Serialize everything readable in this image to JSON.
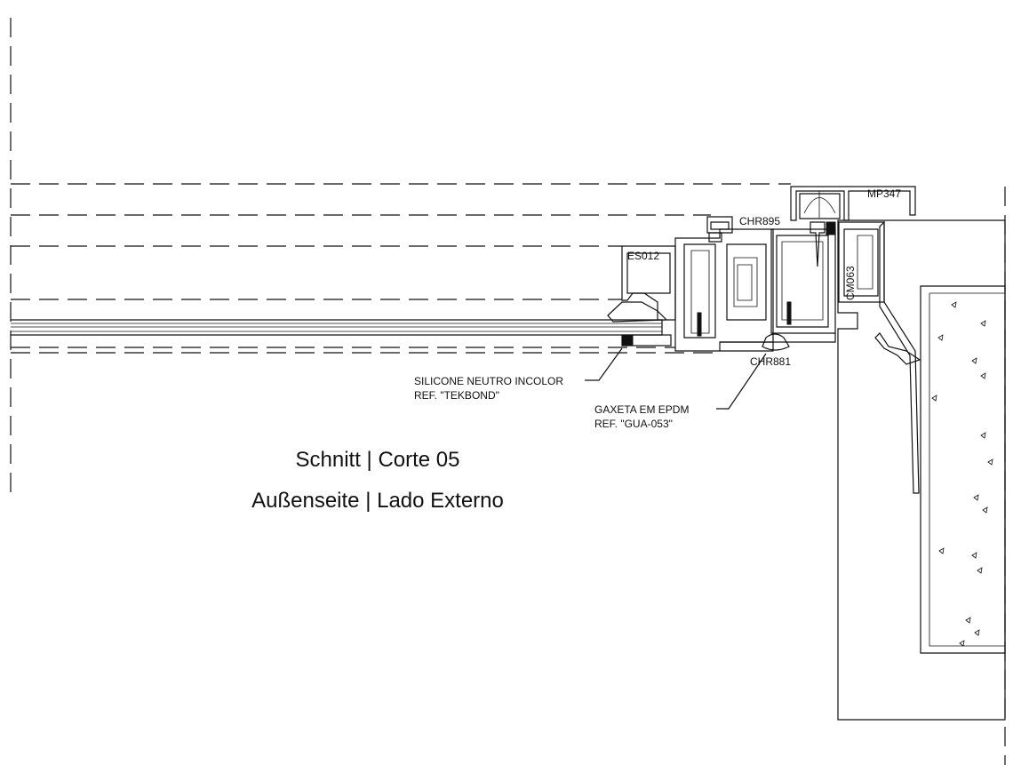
{
  "title": {
    "line1": "Schnitt | Corte 05",
    "line2": "Außenseite | Lado Externo"
  },
  "profiles": {
    "mp347": "MP347",
    "chr895": "CHR895",
    "es012": "ES012",
    "cm063": "CM063",
    "chr881": "CHR881"
  },
  "callouts": {
    "silicone_line1": "SILICONE NEUTRO INCOLOR",
    "silicone_line2": "REF. \"TEKBOND\"",
    "gasket_line1": "GAXETA EM EPDM",
    "gasket_line2": "REF. \"GUA-053\""
  },
  "colors": {
    "line": "#111111",
    "background": "#ffffff"
  }
}
